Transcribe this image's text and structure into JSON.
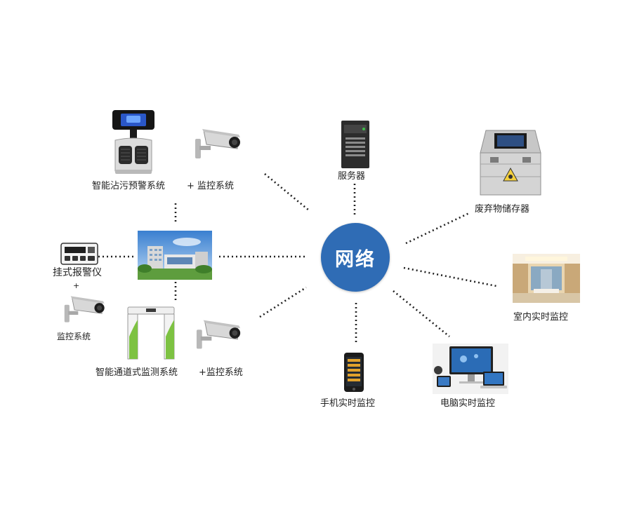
{
  "hub": {
    "label": "网络"
  },
  "nodes": {
    "contamination_alarm": "智能沾污预警系统",
    "plus_top": "+",
    "monitor_top": "监控系统",
    "server": "服务器",
    "waste_storage": "废弃物储存器",
    "wall_alarm": "挂式报警仪",
    "plus_left": "+",
    "monitor_left": "监控系统",
    "indoor_monitor": "室内实时监控",
    "gate_system": "智能通道式监测系统",
    "monitor_gate": "+监控系统",
    "phone_monitor": "手机实时监控",
    "pc_monitor": "电脑实时监控"
  },
  "colors": {
    "hub": "#2f6cb5",
    "link": "#222222",
    "accent_green": "#7dc242"
  },
  "icons": [
    "alarm-kiosk-icon",
    "cctv-camera-icon",
    "server-tower-icon",
    "waste-container-icon",
    "building-photo",
    "wall-alarm-icon",
    "indoor-hall-photo",
    "gate-detector-icon",
    "smartphone-icon",
    "computer-set-icon"
  ]
}
